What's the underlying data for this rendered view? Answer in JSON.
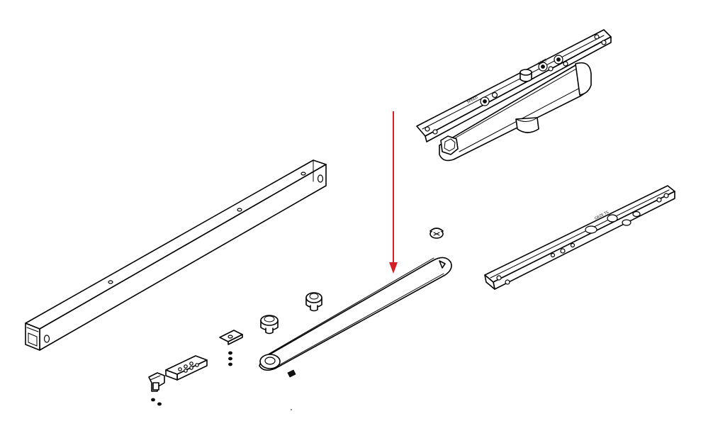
{
  "diagram": {
    "arrow_color": "#d32027",
    "line_color": "#000000",
    "background": "#ffffff"
  },
  "parts": [
    {
      "name": "closer-body",
      "icon": "door-closer-body"
    },
    {
      "name": "long-channel-slide-rail",
      "icon": "slide-rail"
    },
    {
      "name": "mounting-plate",
      "icon": "mounting-plate"
    },
    {
      "name": "slide-arm",
      "icon": "slide-arm"
    },
    {
      "name": "arm-screw",
      "icon": "screw"
    },
    {
      "name": "spindle-adapter-large",
      "icon": "spindle-adapter"
    },
    {
      "name": "spindle-adapter-small",
      "icon": "spindle-adapter"
    },
    {
      "name": "end-stop-bracket",
      "icon": "bracket"
    },
    {
      "name": "rail-end-block",
      "icon": "block"
    },
    {
      "name": "small-clip",
      "icon": "clip"
    },
    {
      "name": "set-screws",
      "icon": "grub-screw"
    }
  ]
}
